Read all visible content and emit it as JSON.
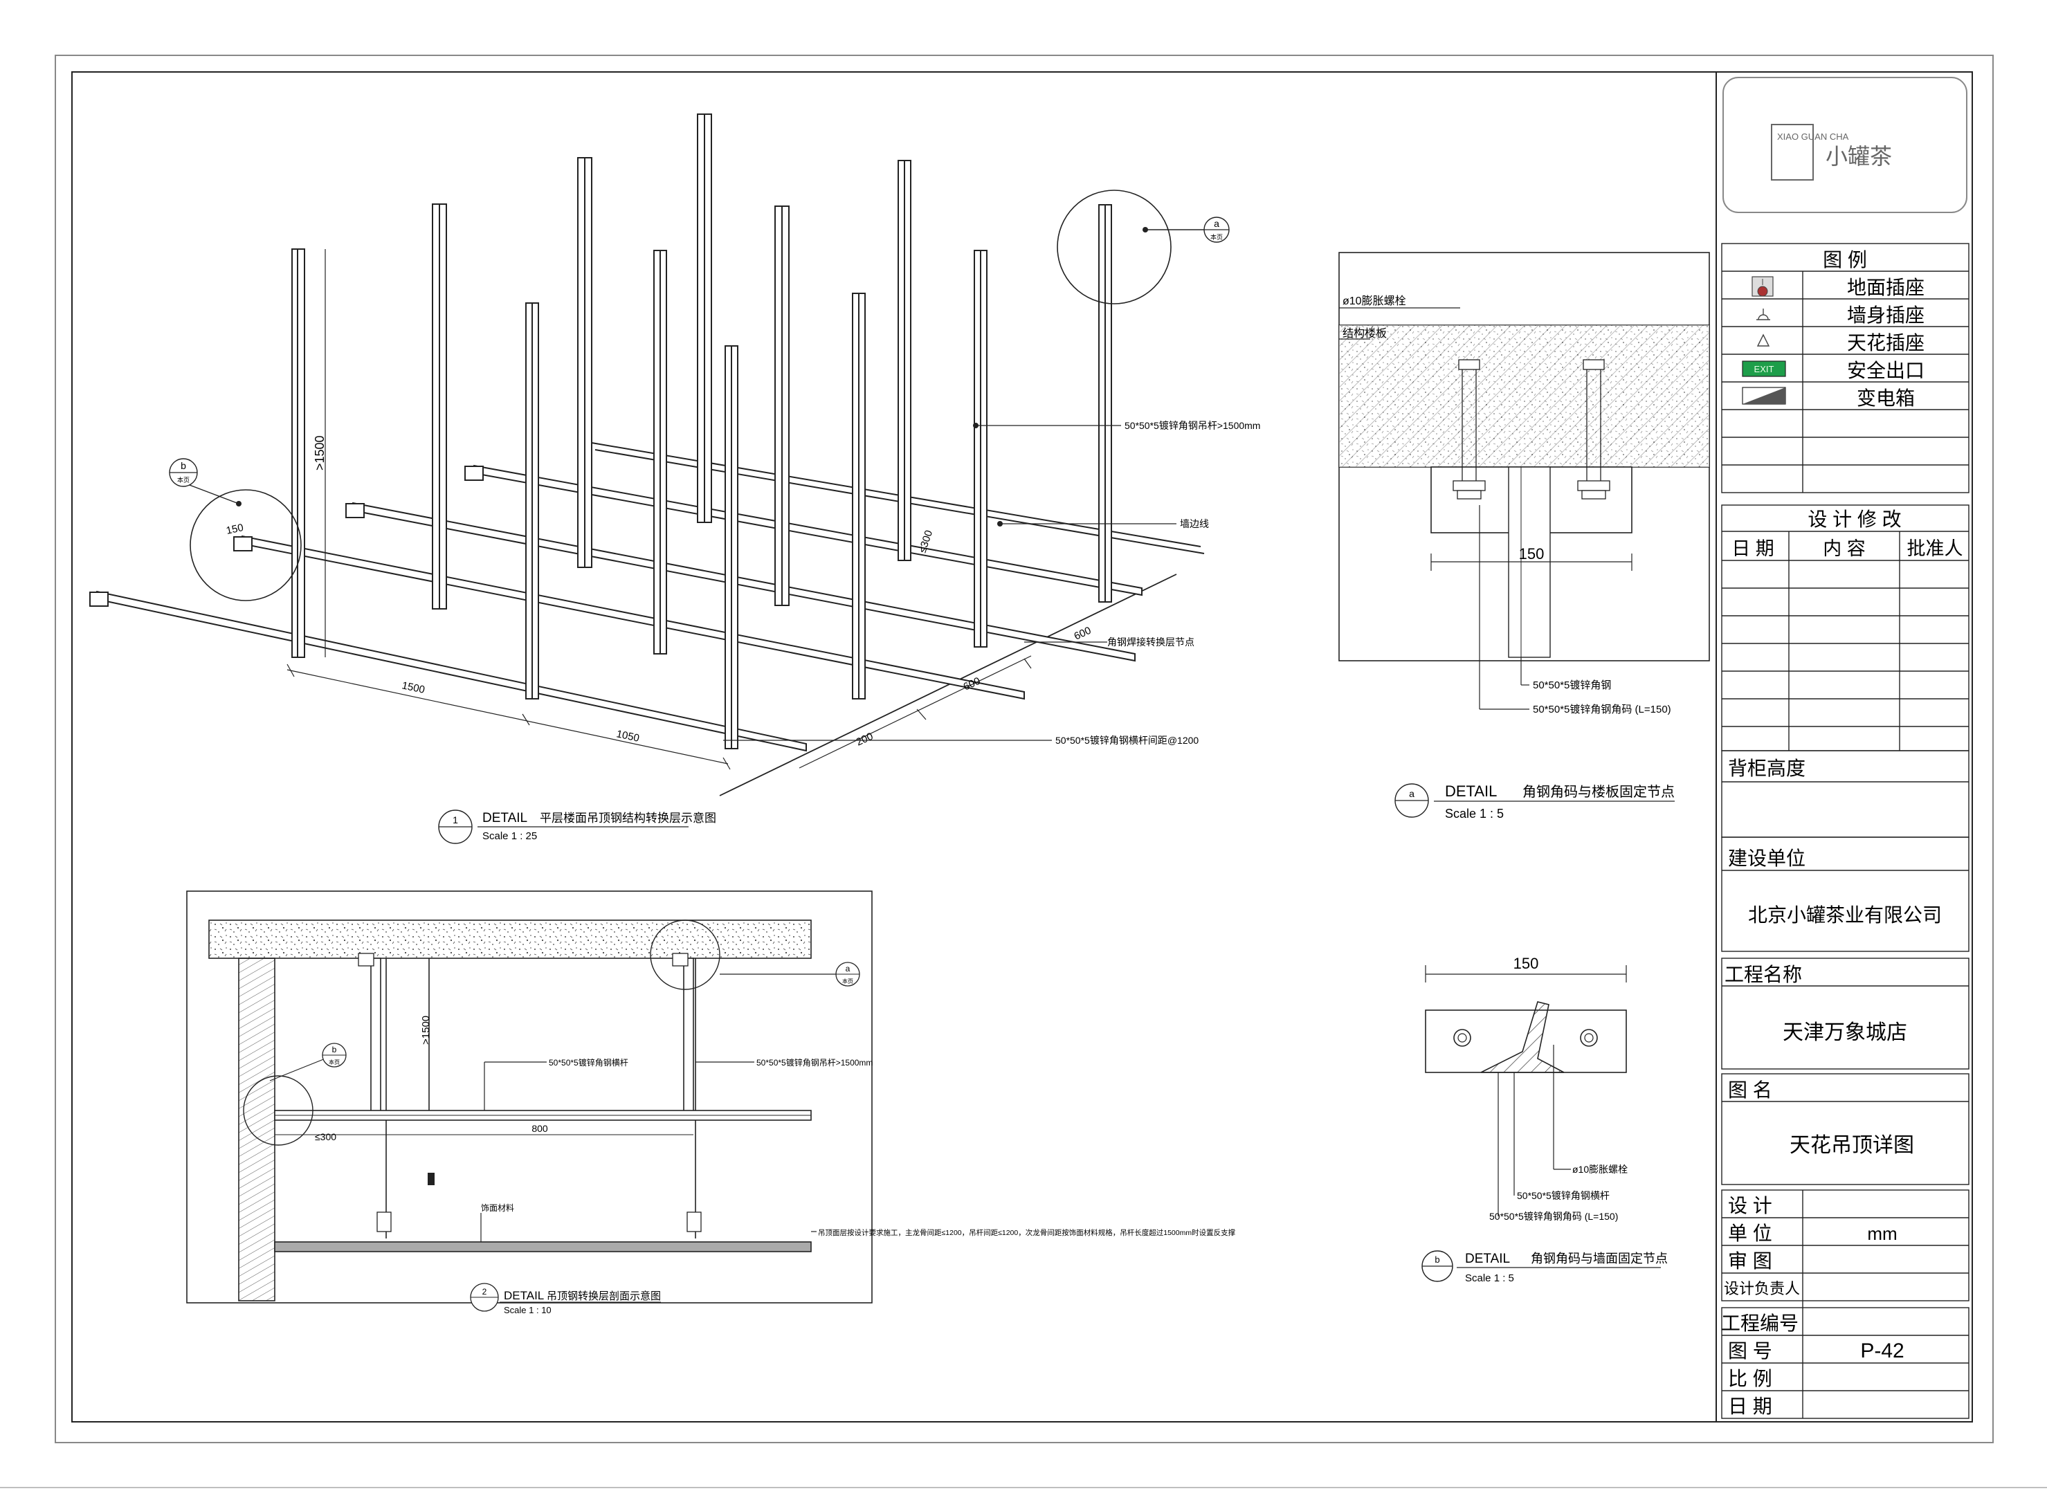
{
  "logo": {
    "brand_name": "小罐茶",
    "mark_text": "XIAO GUAN CHA"
  },
  "legend": {
    "title": "图 例",
    "items": [
      {
        "label": "地面插座",
        "icon": "floor-socket-icon"
      },
      {
        "label": "墙身插座",
        "icon": "wall-socket-icon"
      },
      {
        "label": "天花插座",
        "icon": "ceiling-socket-icon"
      },
      {
        "label": "安全出口",
        "icon": "exit-sign-icon",
        "icon_text": "EXIT",
        "icon_color": "#1e9e4a"
      },
      {
        "label": "变电箱",
        "icon": "transformer-box-icon"
      }
    ]
  },
  "revisions": {
    "title": "设 计 修 改",
    "col_date": "日 期",
    "col_content": "内 容",
    "col_approver": "批准人"
  },
  "cabinet_height": {
    "label": "背柜高度",
    "value": ""
  },
  "client": {
    "label": "建设单位",
    "value": "北京小罐茶业有限公司"
  },
  "project": {
    "label": "工程名称",
    "value": "天津万象城店"
  },
  "drawing_name": {
    "label": "图 名",
    "value": "天花吊顶详图"
  },
  "design": {
    "label": "设 计",
    "value": ""
  },
  "unit": {
    "label": "单 位",
    "value": "mm"
  },
  "review": {
    "label": "审 图",
    "value": ""
  },
  "design_lead": {
    "label": "设计负责人",
    "value": ""
  },
  "project_no": {
    "label": "工程编号",
    "value": ""
  },
  "drawing_no": {
    "label": "图 号",
    "value": "P-42"
  },
  "scale": {
    "label": "比 例",
    "value": ""
  },
  "date": {
    "label": "日 期",
    "value": ""
  },
  "detail_1": {
    "marker": "1",
    "title_prefix": "DETAIL",
    "title": "平层楼面吊顶钢结构转换层示意图",
    "scale": "Scale 1 :  25",
    "dims": {
      "col_height": ">1500",
      "spacing_a": "1500",
      "spacing_b": "1050",
      "spacing_c": "200",
      "spacing_d": "600",
      "spacing_e": "600",
      "end_offset": "150",
      "max_offset": "≤300"
    },
    "callouts": {
      "vertical_angle": "50*50*5镀锌角钢吊杆>1500mm",
      "wall_line": "墙边线",
      "bottom_anchor": "角钢焊接转换层节点",
      "horizontal_angle": "50*50*5镀锌角钢横杆间距@1200"
    },
    "refs": {
      "a_letter": "a",
      "a_sheet": "本页",
      "b_letter": "b",
      "b_sheet": "本页"
    }
  },
  "detail_a": {
    "marker": "a",
    "title_prefix": "DETAIL",
    "title": "角钢角码与楼板固定节点",
    "scale": "Scale 1 :  5",
    "dim_width": "150",
    "callouts": {
      "bolt": "ø10膨胀螺栓",
      "slab": "结构楼板",
      "angle_post": "50*50*5镀锌角钢",
      "angle_bracket": "50*50*5镀锌角钢角码 (L=150)"
    }
  },
  "detail_b": {
    "marker": "b",
    "title_prefix": "DETAIL",
    "title": "角钢角码与墙面固定节点",
    "scale": "Scale 1 :  5",
    "dim_width": "150",
    "callouts": {
      "bolt": "ø10膨胀螺栓",
      "angle_post": "50*50*5镀锌角钢横杆",
      "angle_bracket": "50*50*5镀锌角钢角码 (L=150)"
    }
  },
  "detail_2": {
    "marker": "2",
    "title_prefix": "DETAIL",
    "title": "吊顶钢转换层剖面示意图",
    "scale": "Scale 1 :  10",
    "dims": {
      "height": ">1500",
      "span": "800",
      "edge": "≤300"
    },
    "callouts": {
      "cross_angle": "50*50*5镀锌角钢横杆",
      "vertical_angle": "50*50*5镀锌角钢吊杆>1500mm",
      "finish": "饰面材料",
      "note": "吊顶面层按设计要求施工，主龙骨间距≤1200，吊杆间距≤1200，次龙骨间距按饰面材料规格，吊杆长度超过1500mm时设置反支撑"
    },
    "refs": {
      "a_letter": "a",
      "a_sheet": "本页",
      "b_letter": "b",
      "b_sheet": "本页"
    }
  }
}
